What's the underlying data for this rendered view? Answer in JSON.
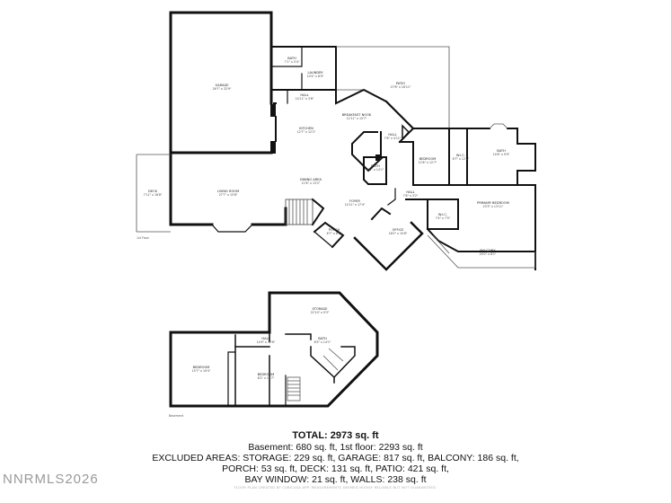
{
  "upper_floor": {
    "rooms": [
      {
        "name": "BATH",
        "dims": "7'1\" x 5'4\""
      },
      {
        "name": "LAUNDRY",
        "dims": "10'4\" x 8'9\""
      },
      {
        "name": "GARAGE",
        "dims": "26'7\" x 32'9\""
      },
      {
        "name": "PATIO",
        "dims": "27'6\" x 16'11\""
      },
      {
        "name": "HALL",
        "dims": "14'11\" x 3'8\""
      },
      {
        "name": "BREAKFAST NOOK",
        "dims": "12'11\" x 15'7\""
      },
      {
        "name": "KITCHEN",
        "dims": "12'7\" x 12'2\""
      },
      {
        "name": "HALL",
        "dims": "7'6\" x 4'11\""
      },
      {
        "name": "BEDROOM",
        "dims": "12'6\" x 12'7\""
      },
      {
        "name": "W.I.C.",
        "dims": "6'7\" x 12'1\""
      },
      {
        "name": "BATH",
        "dims": "14'8\" x 9'9\""
      },
      {
        "name": "BATH",
        "dims": "8'1\" x 14'1\""
      },
      {
        "name": "DINING AREA",
        "dims": "11'6\" x 13'2\""
      },
      {
        "name": "DECK",
        "dims": "7'11\" x 16'8\""
      },
      {
        "name": "LIVING ROOM",
        "dims": "27'7\" x 15'8\""
      },
      {
        "name": "HALL",
        "dims": "7'6\" x 3'2\""
      },
      {
        "name": "FOYER",
        "dims": "14'11\" x 17'4\""
      },
      {
        "name": "W.I.C.",
        "dims": "7'4\" x 7'5\""
      },
      {
        "name": "PRIMARY BEDROOM",
        "dims": "23'3\" x 13'11\""
      },
      {
        "name": "PORCH",
        "dims": "6'7\" x 8'0\""
      },
      {
        "name": "OFFICE",
        "dims": "18'0\" x 10'8\""
      },
      {
        "name": "BALCONY",
        "dims": "25'0\" x 8'1\""
      }
    ],
    "floor_label": "1st Floor"
  },
  "basement": {
    "rooms": [
      {
        "name": "STORAGE",
        "dims": "22'10\" x 9'3\""
      },
      {
        "name": "HALL",
        "dims": "14'9\" x 10'6\""
      },
      {
        "name": "BATH",
        "dims": "8'5\" x 14'1\""
      },
      {
        "name": "BEDROOM",
        "dims": "15'7\" x 19'4\""
      },
      {
        "name": "BEDROOM",
        "dims": "8'2\" x 12'7\""
      }
    ],
    "floor_label": "Basement"
  },
  "summary": {
    "total": "TOTAL: 2973 sq. ft",
    "line1": "Basement: 680 sq. ft, 1st floor: 2293 sq. ft",
    "line2": "EXCLUDED AREAS: STORAGE: 229 sq. ft, GARAGE: 817 sq. ft, BALCONY: 186 sq. ft,",
    "line3": "PORCH: 53 sq. ft, DECK: 131 sq. ft, PATIO: 421 sq. ft,",
    "line4": "BAY WINDOW: 21 sq. ft, WALLS: 238 sq. ft"
  },
  "watermark": "NNRMLS2026",
  "disclaimer": "FLOOR PLAN CREATED BY CUBICASA APP. MEASUREMENTS DEEMED HIGHLY RELIABLE BUT NOT GUARANTEED."
}
